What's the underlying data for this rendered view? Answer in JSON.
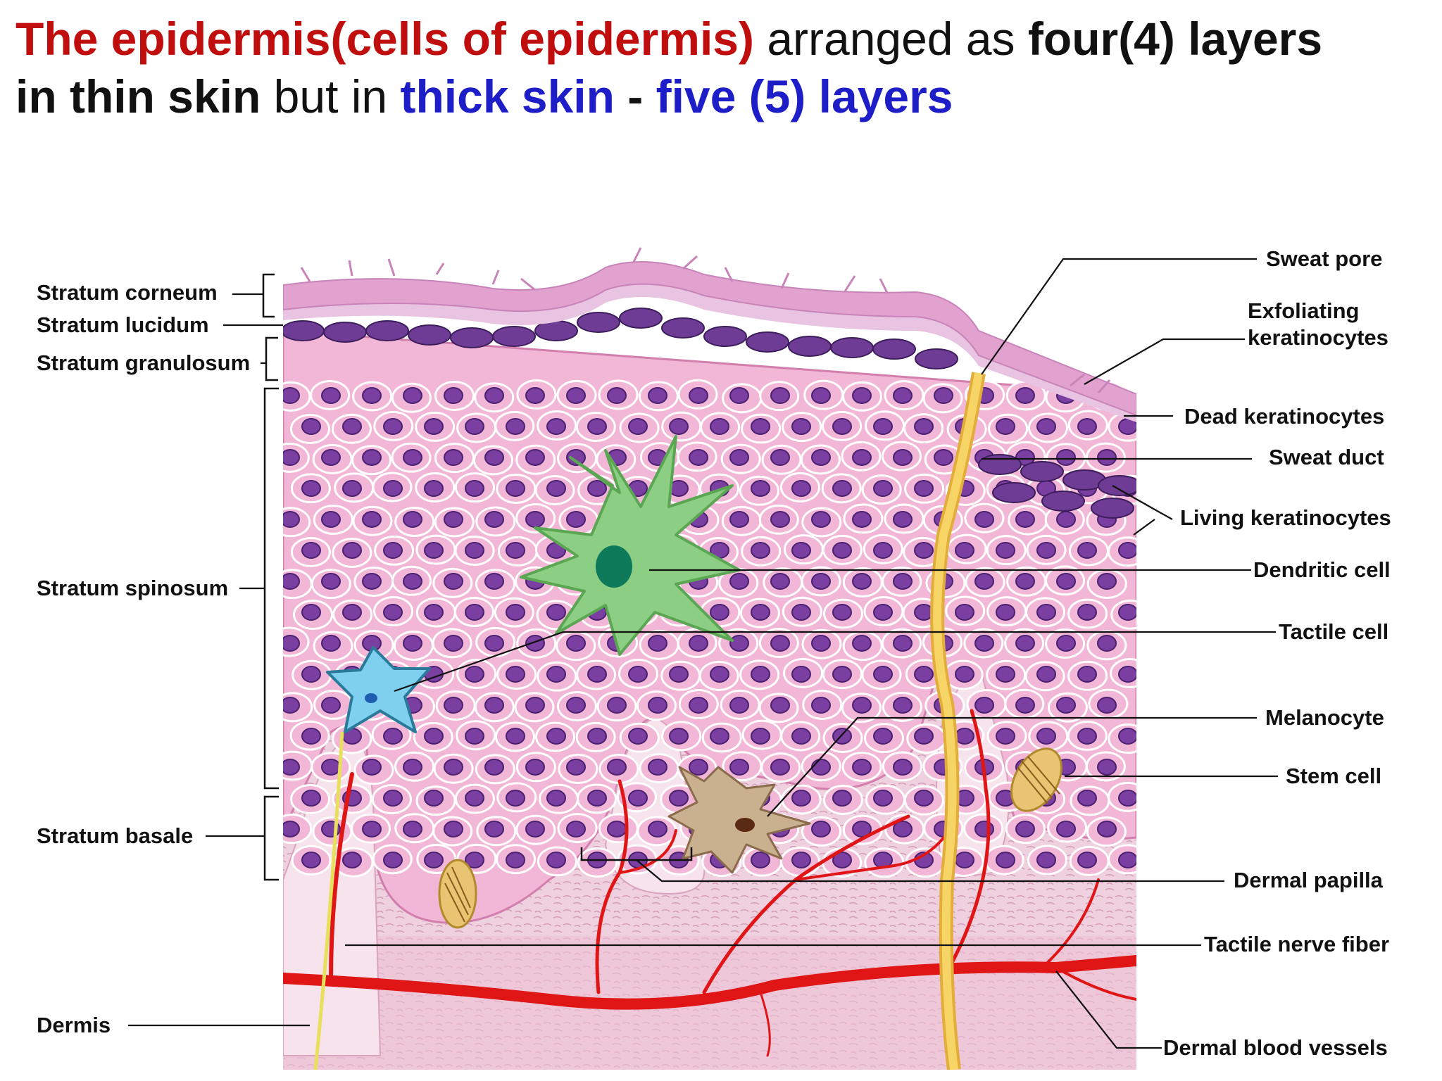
{
  "title": {
    "part1": "The  epidermis(cells of epidermis)",
    "part2": " arranged as  ",
    "part3": "four(4) layers",
    "part4": "in thin skin",
    "part5": " but in  ",
    "part6": "thick skin",
    "part7": " - ",
    "part8": "five (5) layers"
  },
  "left_labels": {
    "corneum": "Stratum corneum",
    "lucidum": "Stratum lucidum",
    "granulosum": "Stratum granulosum",
    "spinosum": "Stratum spinosum",
    "basale": "Stratum basale",
    "dermis": "Dermis"
  },
  "right_labels": {
    "sweat_pore": "Sweat pore",
    "exfoliating_1": "Exfoliating",
    "exfoliating_2": "keratinocytes",
    "dead": "Dead keratinocytes",
    "sweat_duct": "Sweat duct",
    "living": "Living keratinocytes",
    "dendritic": "Dendritic cell",
    "tactile_cell": "Tactile cell",
    "melanocyte": "Melanocyte",
    "stem_cell": "Stem cell",
    "dermal_papilla": "Dermal papilla",
    "tactile_nerve": "Tactile nerve fiber",
    "blood_vessels": "Dermal blood vessels"
  },
  "colors": {
    "title_red": "#c00d0d",
    "title_blue": "#1e1ec8",
    "cell_pink": "#f2b6d6",
    "nucleus": "#7a3fa0",
    "corneum": "#e6a6d3",
    "dermis": "#efd0df",
    "vessel": "#e01515",
    "duct": "#f2c84a",
    "dendritic": "#8ccf84",
    "tactile": "#7fd0ef",
    "melanocyte": "#c9b08f"
  }
}
